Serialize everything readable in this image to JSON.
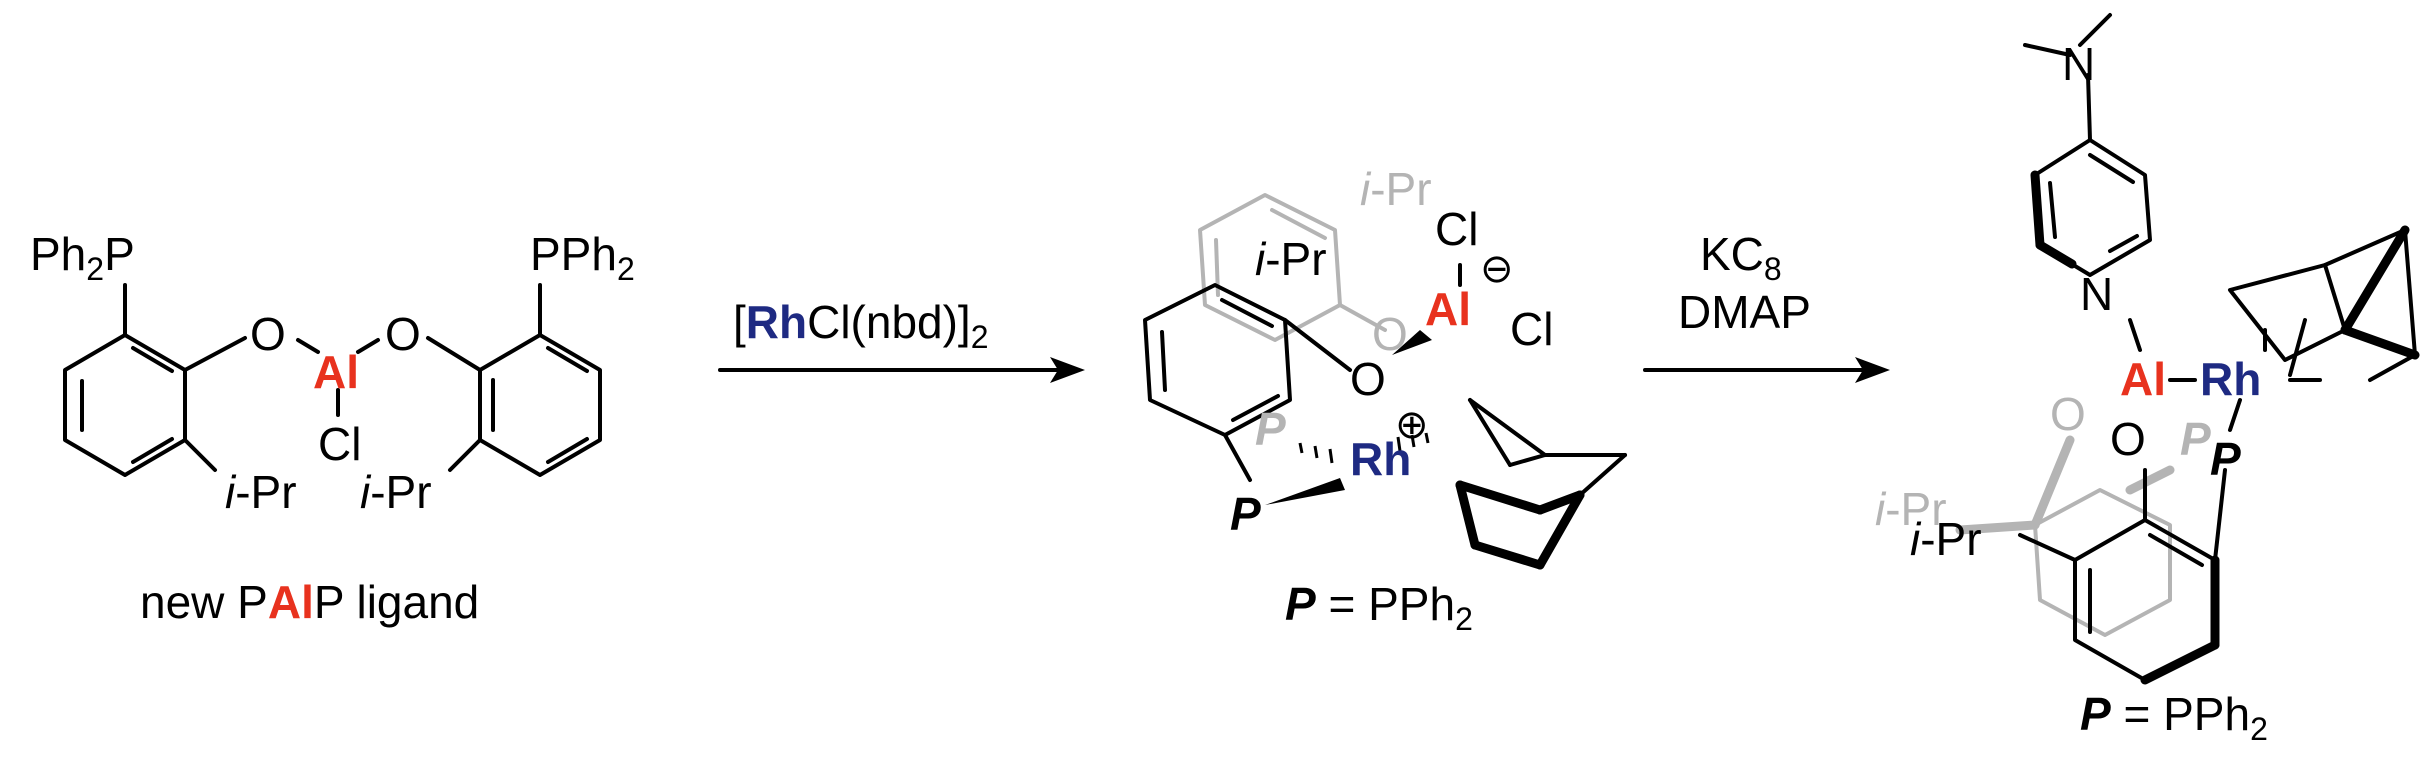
{
  "ligand": {
    "ph2p": "Ph",
    "ph2p_sub": "2",
    "ph2p_tail": "P",
    "pph2": "PPh",
    "pph2_sub": "2",
    "o_left": "O",
    "o_right": "O",
    "al": "Al",
    "cl": "Cl",
    "ipr_left_i": "i",
    "ipr_left_rest": "-Pr",
    "ipr_right_i": "i",
    "ipr_right_rest": "-Pr",
    "caption_pre": "new P",
    "caption_al": "Al",
    "caption_post": "P ligand"
  },
  "arrow1": {
    "bracket_open": "[",
    "rh": "Rh",
    "reagent_rest": "Cl(nbd)]",
    "sub": "2"
  },
  "complex1": {
    "ipr_grey_i": "i",
    "ipr_grey_rest": "-Pr",
    "ipr_i": "i",
    "ipr_rest": "-Pr",
    "cl_top": "Cl",
    "al": "Al",
    "cl_right": "Cl",
    "minus": "⊖",
    "o_grey": "O",
    "o_front": "O",
    "p_grey": "P",
    "rh": "Rh",
    "plus": "⊕",
    "p_front": "P",
    "caption_p": "P",
    "caption_eq": " = PPh",
    "caption_sub": "2"
  },
  "arrow2": {
    "reagent1_main": "KC",
    "reagent1_sub": "8",
    "reagent2": "DMAP"
  },
  "complex2": {
    "n_dimethyl": "N",
    "n_pyridine": "N",
    "al": "Al",
    "rh": "Rh",
    "o_grey": "O",
    "o_front": "O",
    "p_grey": "P",
    "p_front": "P",
    "ipr_grey_i": "i",
    "ipr_grey_rest": "-Pr",
    "ipr_i": "i",
    "ipr_rest": "-Pr",
    "caption_p": "P",
    "caption_eq": " = PPh",
    "caption_sub": "2"
  }
}
